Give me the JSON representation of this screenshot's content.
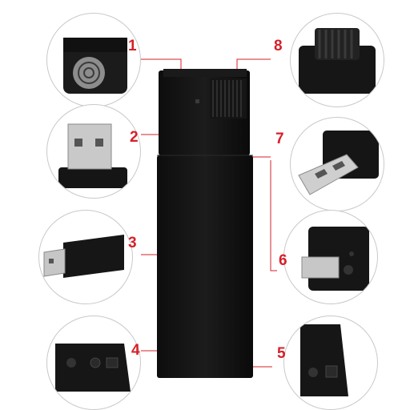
{
  "callouts": [
    {
      "id": 1,
      "label": "1"
    },
    {
      "id": 2,
      "label": "2"
    },
    {
      "id": 3,
      "label": "3"
    },
    {
      "id": 4,
      "label": "4"
    },
    {
      "id": 5,
      "label": "5"
    },
    {
      "id": 6,
      "label": "6"
    },
    {
      "id": 7,
      "label": "7"
    },
    {
      "id": 8,
      "label": "8"
    }
  ],
  "colors": {
    "accent": "#d6202a",
    "device": "#111111",
    "background": "#ffffff"
  }
}
